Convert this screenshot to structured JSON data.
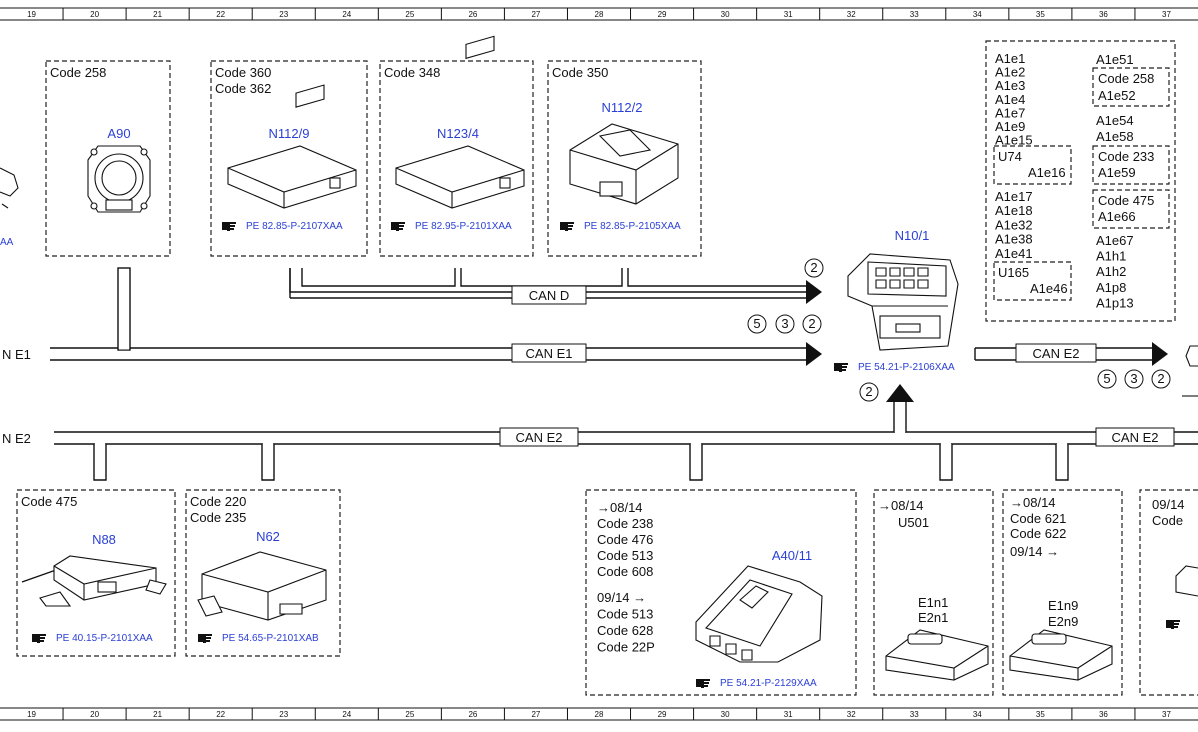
{
  "ruler": [
    "19",
    "20",
    "21",
    "22",
    "23",
    "24",
    "25",
    "26",
    "27",
    "28",
    "29",
    "30",
    "31",
    "32",
    "33",
    "34",
    "35",
    "36",
    "37"
  ],
  "modules": {
    "a90": {
      "code": "Code 258",
      "name": "A90"
    },
    "n112_9": {
      "codes": [
        "Code 360",
        "Code 362"
      ],
      "name": "N112/9",
      "ref": "PE 82.85-P-2107XAA"
    },
    "n123_4": {
      "code": "Code 348",
      "name": "N123/4",
      "ref": "PE 82.95-P-2101XAA"
    },
    "n112_2": {
      "code": "Code 350",
      "name": "N112/2",
      "ref": "PE 82.85-P-2105XAA"
    },
    "n10_1": {
      "name": "N10/1",
      "ref": "PE 54.21-P-2106XAA"
    },
    "n88": {
      "code": "Code 475",
      "name": "N88",
      "ref": "PE 40.15-P-2101XAA"
    },
    "n62": {
      "codes": [
        "Code 220",
        "Code 235"
      ],
      "name": "N62",
      "ref": "PE 54.65-P-2101XAB"
    },
    "a40_11": {
      "lines_a": [
        "→08/14",
        "Code 238",
        "Code 476",
        "Code 513",
        "Code 608"
      ],
      "lines_b": [
        "09/14  →",
        "Code 513",
        "Code 628",
        "Code 22P"
      ],
      "name": "A40/11",
      "ref": "PE 54.21-P-2129XAA"
    },
    "u501": {
      "lines": [
        "→08/14",
        "U501"
      ],
      "parts": [
        "E1n1",
        "E2n1"
      ]
    },
    "e1n9": {
      "lines": [
        "→08/14",
        "Code 621",
        "Code 622",
        "09/14  →"
      ],
      "parts": [
        "E1n9",
        "E2n9"
      ]
    },
    "edge": {
      "lines": [
        "09/14",
        "Code"
      ]
    }
  },
  "bus": {
    "can_d": "CAN D",
    "can_e1": "CAN E1",
    "can_e1_left": "N E1",
    "can_e2": "CAN E2",
    "can_e2_left": "N E2",
    "can_e2_right": "CAN E2",
    "can_e2_out": "CAN E2",
    "edge_aa": "AA"
  },
  "markers": {
    "can_d": [
      "2"
    ],
    "can_e1": [
      "5",
      "3",
      "2"
    ],
    "can_e2_out": [
      "5",
      "3",
      "2"
    ],
    "can_e2_in": [
      "2"
    ]
  },
  "equipment": {
    "col1": [
      "A1e1",
      "A1e2",
      "A1e3",
      "A1e4",
      "A1e7",
      "A1e9",
      "A1e15"
    ],
    "u74": {
      "label": "U74",
      "item": "A1e16"
    },
    "col1b": [
      "A1e17",
      "A1e18",
      "A1e32",
      "A1e38",
      "A1e41"
    ],
    "u165": {
      "label": "U165",
      "item": "A1e46"
    },
    "a1e51": "A1e51",
    "code258": {
      "code": "Code 258",
      "item": "A1e52"
    },
    "col2": [
      "A1e54",
      "A1e58"
    ],
    "code233": {
      "code": "Code 233",
      "item": "A1e59"
    },
    "code475": {
      "code": "Code 475",
      "item": "A1e66"
    },
    "col2b": [
      "A1e67",
      "A1h1",
      "A1h2",
      "A1p8",
      "A1p13"
    ]
  }
}
